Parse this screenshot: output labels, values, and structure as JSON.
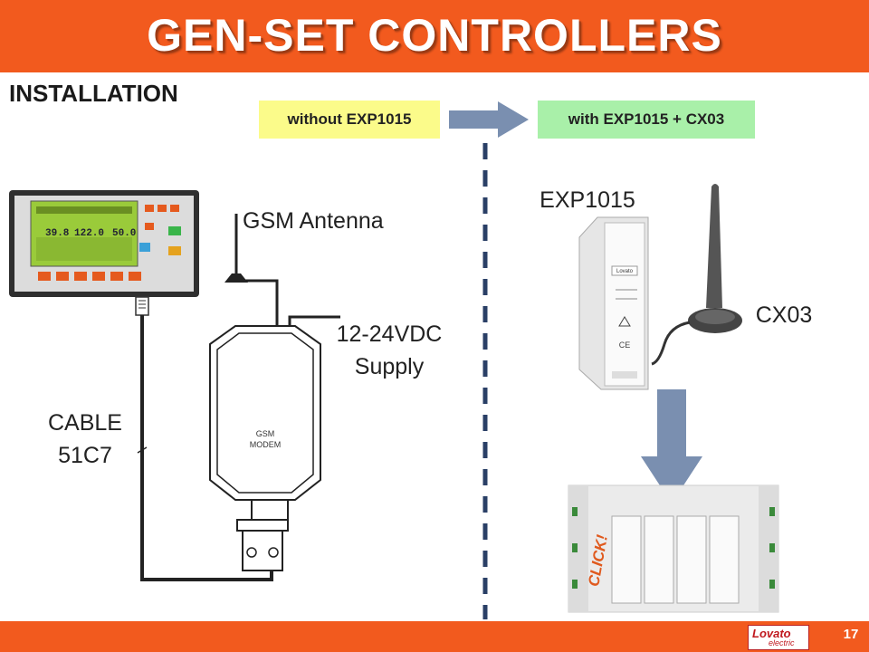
{
  "header": {
    "title": "GEN-SET CONTROLLERS"
  },
  "section": {
    "title": "INSTALLATION"
  },
  "comparison": {
    "left_label": "without EXP1015",
    "right_label": "with EXP1015 + CX03"
  },
  "left_diagram": {
    "antenna_label": "GSM Antenna",
    "supply_label_line1": "12-24VDC",
    "supply_label_line2": "Supply",
    "cable_label_line1": "CABLE",
    "cable_label_line2": "51C7",
    "modem_label_line1": "GSM",
    "modem_label_line2": "MODEM",
    "display_readouts": [
      "39.8",
      "122.0",
      "50.0"
    ]
  },
  "right_diagram": {
    "module_label": "EXP1015",
    "antenna_label": "CX03",
    "click_label": "CLICK!",
    "module_brand": "Lovato"
  },
  "footer": {
    "page_number": "17",
    "logo_brand": "Lovato",
    "logo_sub": "electric"
  },
  "colors": {
    "accent": "#f25a1e",
    "tag_left": "#fbfb8a",
    "tag_right": "#a9f0a9",
    "arrow": "#7a8fb0"
  }
}
